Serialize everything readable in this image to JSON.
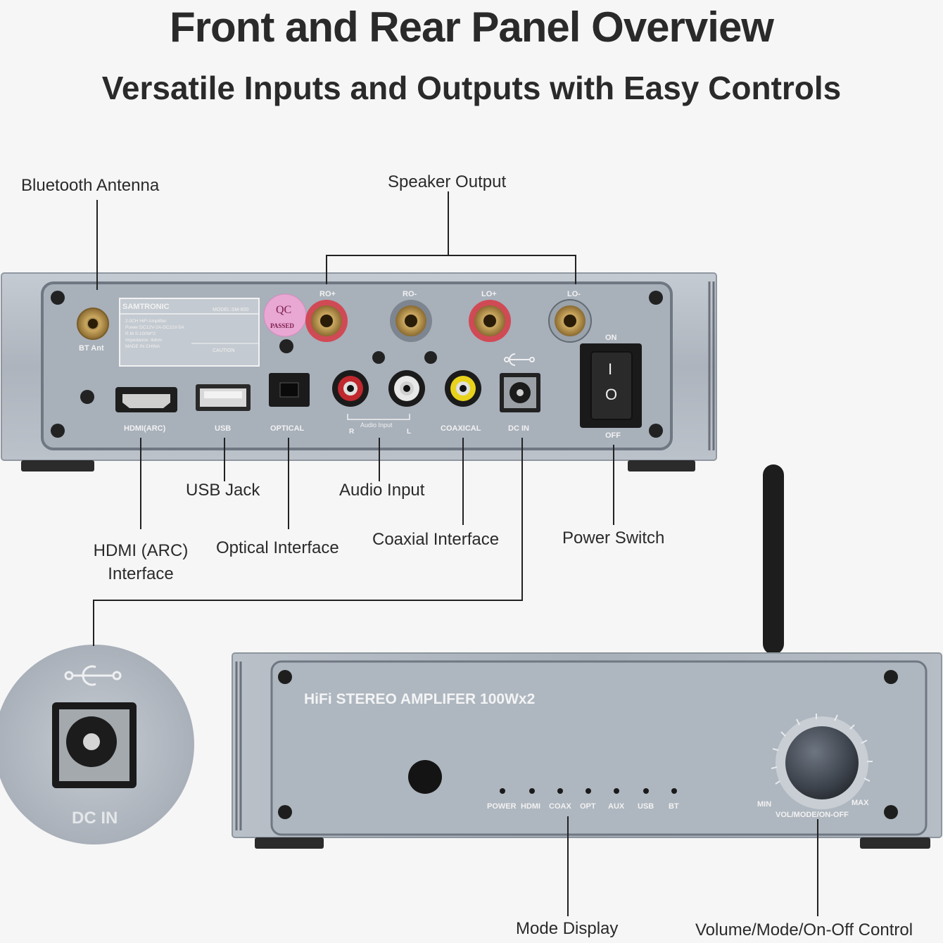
{
  "header": {
    "title": "Front and Rear Panel Overview",
    "subtitle": "Versatile Inputs and Outputs with Easy Controls"
  },
  "callouts": {
    "bluetooth_antenna": "Bluetooth Antenna",
    "speaker_output": "Speaker Output",
    "usb_jack": "USB Jack",
    "audio_input": "Audio Input",
    "hdmi_line1": "HDMI (ARC)",
    "hdmi_line2": "Interface",
    "optical_interface": "Optical Interface",
    "coaxial_interface": "Coaxial Interface",
    "power_switch": "Power Switch",
    "mode_display": "Mode Display",
    "volume_control": "Volume/Mode/On-Off Control"
  },
  "rear_panel": {
    "brand": "SAMTRONIC",
    "model": "MODEL:SM-600",
    "spec_lines": [
      "2.0CH HiFi Amplifier",
      "Power:DC12V-2A-DC21V-5A",
      "R.M.S:100W*2",
      "Impedance: 4ohm",
      "MADE IN CHINA"
    ],
    "caution": "CAUTION",
    "qc_top": "QC",
    "qc_bottom": "PASSED",
    "bt_ant": "BT Ant",
    "speaker_labels": [
      "RO+",
      "RO-",
      "LO+",
      "LO-"
    ],
    "on_label": "ON",
    "off_label": "OFF",
    "hdmi_label": "HDMI(ARC)",
    "usb_label": "USB",
    "optical_label": "OPTICAL",
    "audio_input_label": "Audio Input",
    "r_label": "R",
    "l_label": "L",
    "coaxial_label": "COAXICAL",
    "dcin_label": "DC IN",
    "switch_on_glyph": "I",
    "switch_off_glyph": "O"
  },
  "zoom": {
    "dcin_label": "DC IN"
  },
  "front_panel": {
    "title": "HiFi  STEREO AMPLIFER 100Wx2",
    "indicators": [
      "POWER",
      "HDMI",
      "COAX",
      "OPT",
      "AUX",
      "USB",
      "BT"
    ],
    "min_label": "MIN",
    "max_label": "MAX",
    "knob_label": "VOL/MODE/ON-OFF"
  },
  "colors": {
    "panel": "#b4bbc4",
    "panel_dark": "#9ea6b0",
    "jack_red": "#c0282e",
    "jack_yellow": "#e8d21b",
    "text_dark": "#2a2a2a"
  }
}
